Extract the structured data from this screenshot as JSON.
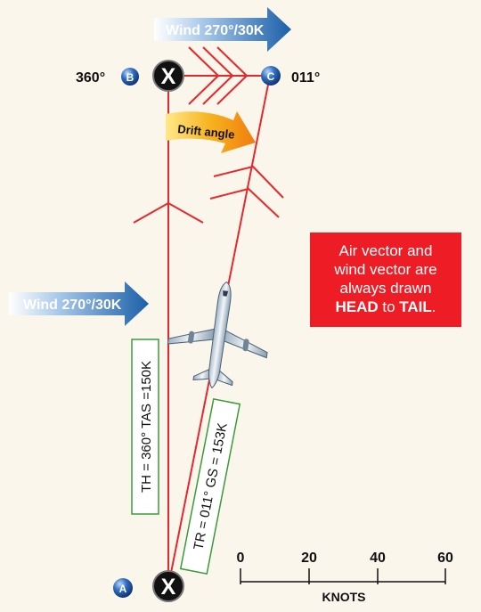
{
  "wind_top": {
    "label": "Wind 270°/30K",
    "heading_deg": 270,
    "speed_knots": 30
  },
  "wind_left": {
    "label": "Wind 270°/30K"
  },
  "drift_label": "Drift angle",
  "points": {
    "a": {
      "letter": "A"
    },
    "b": {
      "letter": "B",
      "heading_label": "360°"
    },
    "c": {
      "letter": "C",
      "heading_label": "011°"
    }
  },
  "x_marker_symbol": "X",
  "air_vector_label": "TH = 360°  TAS =150K",
  "ground_vector_label": "TR = 011° GS = 153K",
  "note": {
    "line1": "Air vector and",
    "line2": "wind vector are",
    "line3": "always drawn",
    "head": "HEAD",
    "to": " to ",
    "tail": "TAIL",
    "period": "."
  },
  "scale": {
    "title": "KNOTS",
    "ticks": [
      "0",
      "20",
      "40",
      "60"
    ]
  },
  "colors": {
    "vector_red": "#e8272a",
    "wind_arrow_blue": "#1b5fa8",
    "box_red": "#ee1c25",
    "label_box_green": "#3a9b3a",
    "drift_orange": "#f07d0f",
    "background": "#fbf6ec"
  },
  "icons": {
    "aircraft": "jet-airliner-icon"
  }
}
